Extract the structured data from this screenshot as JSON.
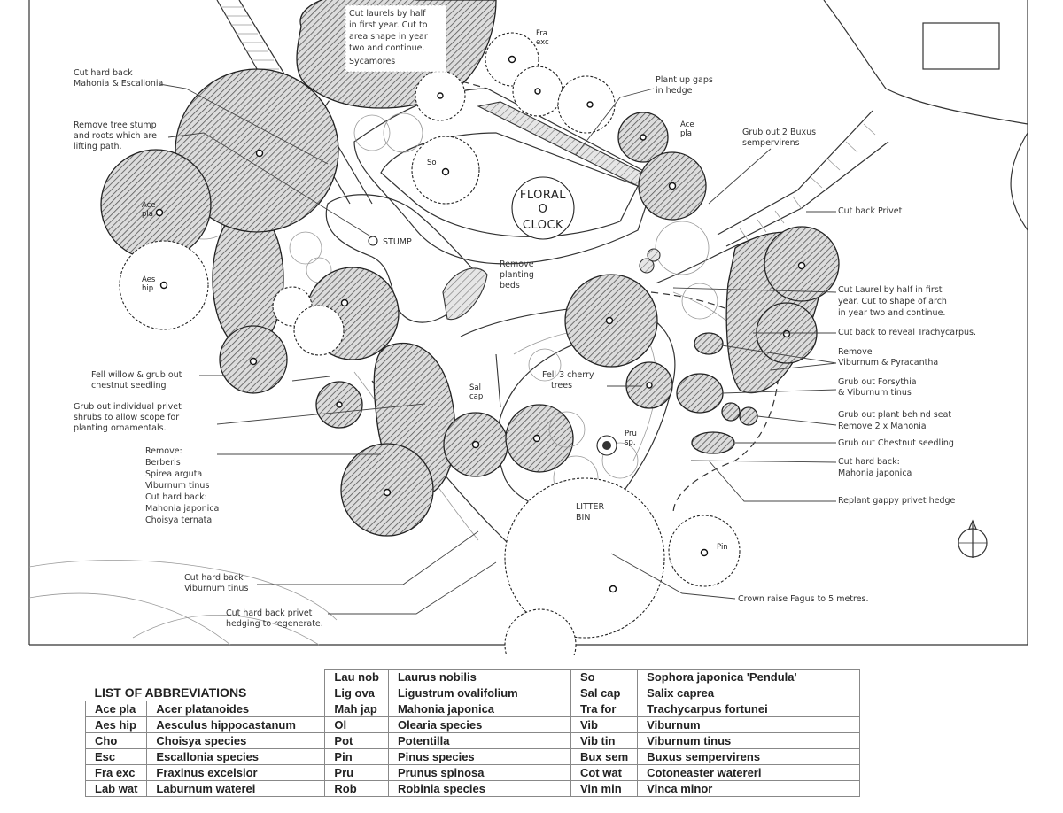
{
  "trees": [
    {
      "id": "ace-pla-1",
      "label": "Ace\npla",
      "style": "hatch"
    },
    {
      "id": "ace-pla-2",
      "label": "Ace\npla",
      "style": "hatch"
    },
    {
      "id": "aes-hip-1",
      "label": "Aes\nhip",
      "style": "open"
    },
    {
      "id": "sal-cap",
      "label": "Sal\ncap",
      "style": "hatch"
    },
    {
      "id": "pru",
      "label": "Pru\nsp.",
      "style": "open"
    },
    {
      "id": "pin",
      "label": "Pin",
      "style": "open"
    },
    {
      "id": "fra-exc",
      "label": "Fra\nexc",
      "style": "open"
    },
    {
      "id": "so",
      "label": "So",
      "style": "open"
    }
  ],
  "plan_text": {
    "floral_clock": [
      "FLORAL",
      "O",
      "CLOCK"
    ],
    "stump": "STUMP",
    "litter_bin": [
      "LITTER",
      "BIN"
    ],
    "fell_cherry": [
      "Fell 3 cherry",
      "trees"
    ],
    "remove_planting_beds": [
      "Remove",
      "planting",
      "beds"
    ]
  },
  "annotations_left": [
    {
      "id": "cut-mahonia",
      "lines": [
        "Cut hard back",
        "Mahonia & Escallonia"
      ]
    },
    {
      "id": "remove-stump",
      "lines": [
        "Remove tree stump",
        "and roots which are",
        "lifting path."
      ]
    },
    {
      "id": "fell-willow",
      "lines": [
        "Fell willow & grub out",
        "chestnut seedling"
      ]
    },
    {
      "id": "grub-privet",
      "lines": [
        "Grub out individual privet",
        "shrubs to allow scope for",
        "planting ornamentals."
      ]
    },
    {
      "id": "remove-list",
      "lines": [
        "Remove:",
        "Berberis",
        "Spirea arguta",
        "Viburnum tinus",
        "Cut hard back:",
        "Mahonia japonica",
        "Choisya ternata"
      ]
    },
    {
      "id": "cut-viburnum",
      "lines": [
        "Cut hard back",
        "Viburnum tinus"
      ]
    },
    {
      "id": "cut-privet",
      "lines": [
        "Cut hard back privet",
        "hedging to regenerate."
      ]
    }
  ],
  "annotations_top": [
    {
      "id": "cut-laurels",
      "lines": [
        "Cut laurels by half",
        "in first year. Cut to",
        "area shape in year",
        "two and continue.",
        "Sycamores"
      ]
    },
    {
      "id": "plant-gaps",
      "lines": [
        "Plant up gaps",
        "in hedge"
      ]
    },
    {
      "id": "grub-buxus",
      "lines": [
        "Grub out 2 Buxus",
        "sempervirens"
      ]
    }
  ],
  "annotations_right": [
    {
      "id": "cut-back-privet",
      "lines": [
        "Cut back Privet"
      ]
    },
    {
      "id": "cut-laurel-half",
      "lines": [
        "Cut Laurel by half in first",
        "year. Cut to shape of arch",
        "in year two and continue."
      ]
    },
    {
      "id": "cut-back-reveal",
      "lines": [
        "Cut back to reveal Trachycarpus."
      ]
    },
    {
      "id": "remove-viburnum",
      "lines": [
        "Remove",
        "Viburnum & Pyracantha"
      ]
    },
    {
      "id": "grub-forsythia",
      "lines": [
        "Grub out Forsythia",
        "& Viburnum tinus"
      ]
    },
    {
      "id": "grub-plant-seat",
      "lines": [
        "Grub out plant behind seat",
        "Remove 2 x Mahonia"
      ]
    },
    {
      "id": "grub-chestnut",
      "lines": [
        "Grub out Chestnut seedling"
      ]
    },
    {
      "id": "cut-mahonia-jap",
      "lines": [
        "Cut hard back:",
        "Mahonia japonica"
      ]
    },
    {
      "id": "replant-hedge",
      "lines": [
        "Replant gappy privet hedge"
      ]
    },
    {
      "id": "crown-raise",
      "lines": [
        "Crown raise Fagus to 5 metres."
      ]
    }
  ],
  "legend": {
    "title": "LIST OF ABBREVIATIONS",
    "rows": [
      {
        "a": "",
        "b": "",
        "c": "Lau nob",
        "d": "Laurus nobilis",
        "e": "So",
        "f": "Sophora japonica 'Pendula'"
      },
      {
        "a": "",
        "b": "",
        "c": "Lig ova",
        "d": "Ligustrum ovalifolium",
        "e": "Sal cap",
        "f": "Salix caprea"
      },
      {
        "a": "Ace pla",
        "b": "Acer platanoides",
        "c": "Mah jap",
        "d": "Mahonia japonica",
        "e": "Tra for",
        "f": "Trachycarpus fortunei"
      },
      {
        "a": "Aes hip",
        "b": "Aesculus hippocastanum",
        "c": "Ol",
        "d": "Olearia species",
        "e": "Vib",
        "f": "Viburnum"
      },
      {
        "a": "Cho",
        "b": "Choisya species",
        "c": "Pot",
        "d": "Potentilla",
        "e": "Vib tin",
        "f": "Viburnum tinus"
      },
      {
        "a": "Esc",
        "b": "Escallonia species",
        "c": "Pin",
        "d": "Pinus species",
        "e": "Bux sem",
        "f": "Buxus sempervirens"
      },
      {
        "a": "Fra exc",
        "b": "Fraxinus excelsior",
        "c": "Pru",
        "d": "Prunus spinosa",
        "e": "Cot wat",
        "f": "Cotoneaster watereri"
      },
      {
        "a": "Lab wat",
        "b": "Laburnum waterei",
        "c": "Rob",
        "d": "Robinia species",
        "e": "Vin min",
        "f": "Vinca minor"
      }
    ]
  }
}
